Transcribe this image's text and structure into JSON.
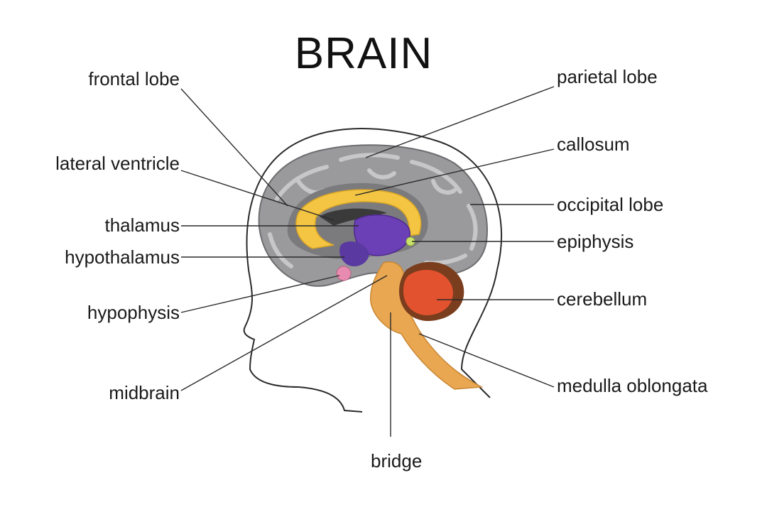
{
  "title": "BRAIN",
  "labels": {
    "frontal_lobe": "frontal lobe",
    "lateral_ventricle": "lateral ventricle",
    "thalamus": "thalamus",
    "hypothalamus": "hypothalamus",
    "hypophysis": "hypophysis",
    "midbrain": "midbrain",
    "bridge": "bridge",
    "parietal_lobe": "parietal lobe",
    "callosum": "callosum",
    "occipital_lobe": "occipital lobe",
    "epiphysis": "epiphysis",
    "cerebellum": "cerebellum",
    "medulla_oblongata": "medulla oblongata"
  },
  "colors": {
    "cortex": "#9a9a9c",
    "cortex_light": "#c9c9cb",
    "ventricle": "#f4c542",
    "thalamus": "#6b3fb5",
    "cerebellum": "#e3522f",
    "cerebellum_outer": "#7a3d1e",
    "brainstem": "#e9a752",
    "hypophysis": "#e88bb0",
    "epiphysis": "#c9e36a"
  }
}
